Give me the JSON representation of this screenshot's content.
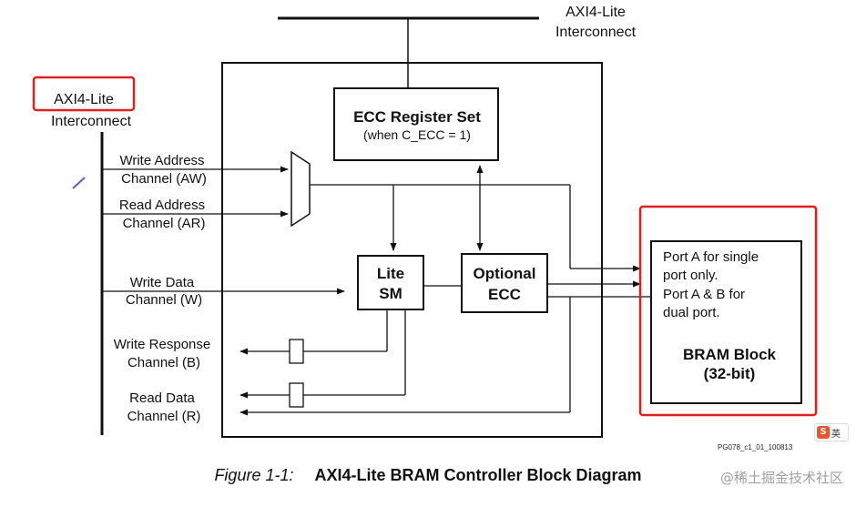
{
  "diagram": {
    "top_interconnect": [
      "AXI4-Lite",
      "Interconnect"
    ],
    "left_interconnect": [
      "AXI4-Lite",
      "Interconnect"
    ],
    "ecc_register_set": [
      "ECC Register Set",
      "(when C_ECC = 1)"
    ],
    "lite_sm": [
      "Lite",
      "SM"
    ],
    "optional_ecc": [
      "Optional",
      "ECC"
    ],
    "channels": {
      "aw": [
        "Write Address",
        "Channel (AW)"
      ],
      "ar": [
        "Read Address",
        "Channel (AR)"
      ],
      "w": [
        "Write Data",
        "Channel (W)"
      ],
      "b": [
        "Write Response",
        "Channel (B)"
      ],
      "r": [
        "Read Data",
        "Channel (R)"
      ]
    },
    "bram_desc": [
      "Port A for single",
      "port only.",
      "Port A & B for",
      "dual port."
    ],
    "bram_title": [
      "BRAM Block",
      "(32-bit)"
    ],
    "figure_id": "PG078_c1_01_100813",
    "highlight_color": "#e02020"
  },
  "caption": {
    "number": "Figure 1-1:",
    "title": "AXI4-Lite BRAM Controller Block Diagram"
  },
  "overlay": {
    "watermark": "@稀土掘金技术社区",
    "badge_s": "S",
    "badge_text": "英"
  }
}
